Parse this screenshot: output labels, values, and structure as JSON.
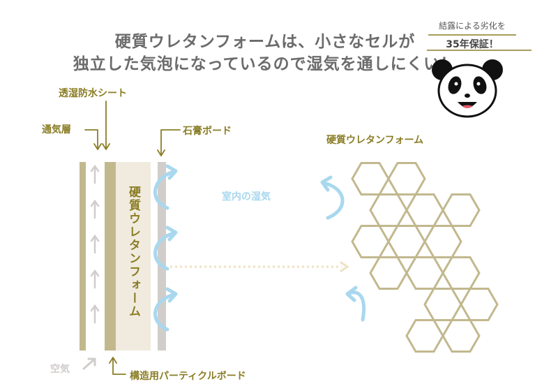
{
  "headline": {
    "line1": "硬質ウレタンフォームは、小さなセルが",
    "line2": "独立した気泡になっているので湿気を通しにくい！"
  },
  "note": {
    "line1": "結露による劣化を",
    "line2": "35年保証！"
  },
  "labels": {
    "moisture_sheet": "透湿防水シート",
    "air_layer": "通気層",
    "gypsum_board": "石膏ボード",
    "foam_wall": "硬質ウレタンフォーム",
    "foam_cells": "硬質ウレタンフォーム",
    "indoor_moisture": "室内の湿気",
    "air": "空気",
    "particle_board": "構造用パーティクルボード"
  },
  "colors": {
    "olive": "#8a7d25",
    "tan": "#c2b88e",
    "cream": "#f1ebdf",
    "gray": "#d0cdcb",
    "sky": "#a9d8ee",
    "dots": "#ede2c2"
  },
  "mascot": "panda-icon"
}
